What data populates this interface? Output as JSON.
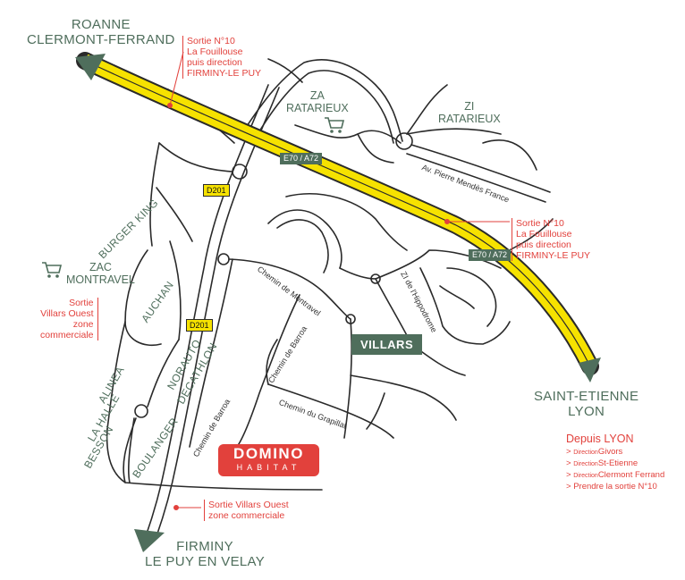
{
  "destinations": {
    "north_line1": "ROANNE",
    "north_line2": "CLERMONT-FERRAND",
    "east_line1": "SAINT-ETIENNE",
    "east_line2": "LYON",
    "south_line1": "FIRMINY",
    "south_line2": "LE PUY EN VELAY"
  },
  "zones": {
    "za_line1": "ZA",
    "za_line2": "RATARIEUX",
    "zi_line1": "ZI",
    "zi_line2": "RATARIEUX",
    "zac_line1": "ZAC",
    "zac_line2": "MONTRAVEL",
    "villars": "VILLARS"
  },
  "road_badges": {
    "d201_top": "D201",
    "d201_bottom": "D201",
    "e70_top": "E70 / A72",
    "e70_right": "E70 / A72"
  },
  "exit_notes": {
    "north": [
      "Sortie N°10",
      "La Fouillouse",
      "puis direction",
      "FIRMINY-LE PUY"
    ],
    "east": [
      "Sortie N°10",
      "La Fouillouse",
      "puis direction",
      "FIRMINY-LE PUY"
    ],
    "west": [
      "Sortie",
      "Villars Ouest",
      "zone",
      "commerciale"
    ],
    "south": [
      "Sortie Villars Ouest",
      "zone commerciale"
    ]
  },
  "streets": {
    "pierre_mendes": "Av. Pierre Mendès France",
    "montravel": "Chemin de Montravel",
    "hippodrome": "ZI de l'Hippodrome",
    "barroa_1": "Chemin de Barroa",
    "barroa_2": "Chemin de Barroa",
    "grapillat": "Chemin du Grapillat"
  },
  "pois": {
    "burger_king": "BURGER KING",
    "auchan": "AUCHAN",
    "norauto": "NORAUTO",
    "decathlon": "DECATHLON",
    "alinea": "ALINEA",
    "la_halle": "LA HALLE",
    "besson": "BESSON",
    "boulanger": "BOULANGER"
  },
  "logo": {
    "line1": "DOMINO",
    "line2": "HABITAT"
  },
  "directions": {
    "title": "Depuis LYON",
    "items": [
      {
        "prefix": "> ",
        "small": "Direction",
        "text": "Givors"
      },
      {
        "prefix": "> ",
        "small": "Direction",
        "text": "St-Etienne"
      },
      {
        "prefix": "> ",
        "small": "Direction",
        "text": "Clermont Ferrand"
      },
      {
        "prefix": "> ",
        "small": "",
        "text": "Prendre la sortie N°10"
      }
    ]
  },
  "icons": [
    "shopping-cart-icon",
    "arrow-icon"
  ],
  "colors": {
    "highway_fill": "#f6e200",
    "arrow_green": "#4f6e5c",
    "text_red": "#e2413c",
    "text_green": "#4f6e5c",
    "road_stroke": "#2a2a2a"
  }
}
